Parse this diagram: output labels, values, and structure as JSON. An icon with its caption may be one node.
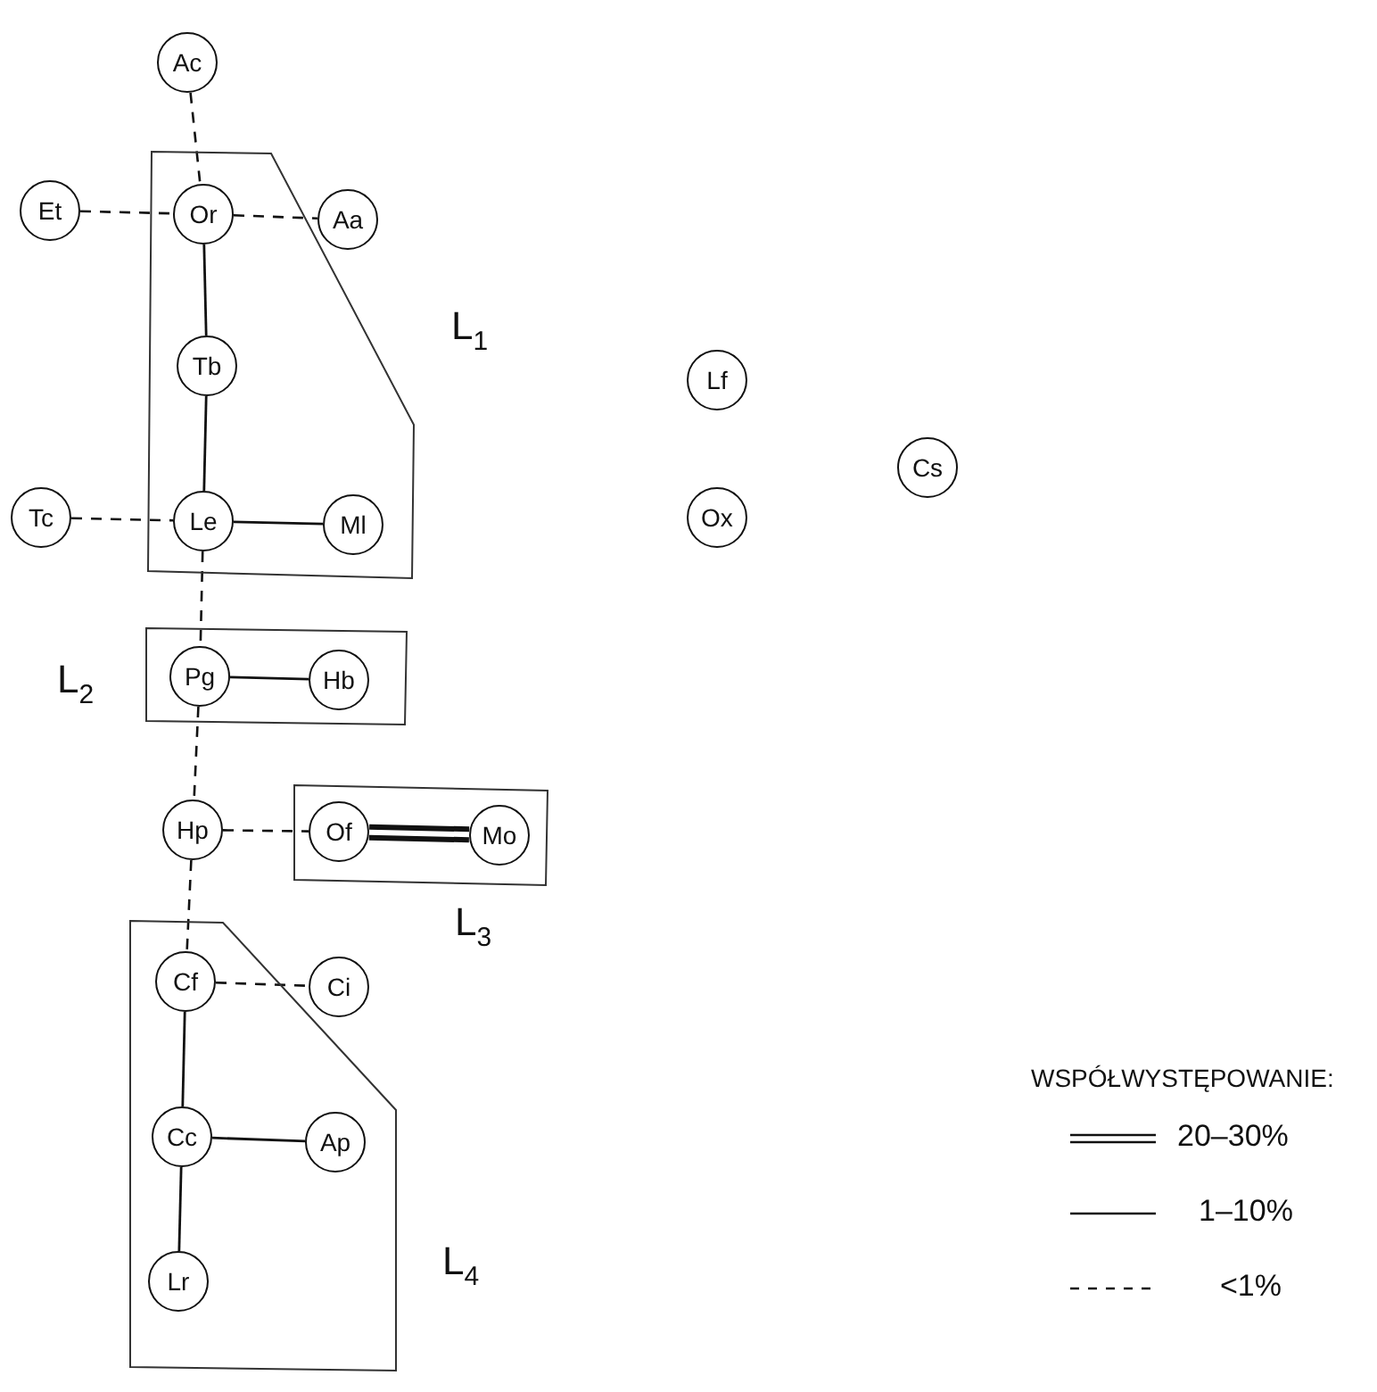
{
  "diagram": {
    "nodes": [
      {
        "text": [
          "Ac"
        ]
      },
      {
        "text": [
          "L$_{1}$"
        ]
      },
      {
        "text": [
          "Et"
        ]
      },
      {
        "text": [
          "Or"
        ],
        "in": 1
      },
      {
        "text": [
          "Aa"
        ]
      },
      {
        "text": [
          "Tb"
        ],
        "in": 1
      },
      {
        "text": [
          "Lf"
        ]
      },
      {
        "text": [
          "Cs"
        ]
      },
      {
        "text": [
          "Tc"
        ]
      },
      {
        "text": [
          "Le"
        ],
        "in": 1
      },
      {
        "text": [
          "Ml"
        ],
        "in": 1
      },
      {
        "text": [
          "Ox"
        ]
      },
      {
        "text": [
          "L$_{2}$"
        ]
      },
      {
        "text": [
          "Pg"
        ],
        "in": 12
      },
      {
        "text": [
          "Hb"
        ],
        "in": 12
      },
      {
        "text": [
          "Hp"
        ]
      },
      {
        "text": [
          "L$_{3}$"
        ]
      },
      {
        "text": [
          "Of"
        ],
        "in": 16
      },
      {
        "text": [
          "Mo"
        ],
        "in": 16
      },
      {
        "text": [
          "L$_{4}$"
        ]
      },
      {
        "text": [
          "Cf"
        ],
        "in": 19
      },
      {
        "text": [
          "Ci"
        ]
      },
      {
        "text": [
          "Cc"
        ],
        "in": 19
      },
      {
        "text": [
          "Ap"
        ],
        "in": 19
      },
      {
        "text": [
          "Lr"
        ],
        "in": 19
      }
    ],
    "edges": [
      {
        "from": 0,
        "to": 3,
        "arrow": "none",
        "style": "dashed"
      },
      {
        "from": 2,
        "to": 3,
        "arrow": "none",
        "style": "dashed"
      },
      {
        "from": 3,
        "to": 4,
        "arrow": "none",
        "style": "dashed"
      },
      {
        "from": 3,
        "to": 5,
        "arrow": "none"
      },
      {
        "from": 5,
        "to": 9,
        "arrow": "none"
      },
      {
        "from": 8,
        "to": 9,
        "arrow": "none",
        "style": "dashed"
      },
      {
        "from": 9,
        "to": 10,
        "arrow": "none"
      },
      {
        "from": 9,
        "to": 13,
        "arrow": "none",
        "style": "dashed"
      },
      {
        "from": 13,
        "to": 14,
        "arrow": "none"
      },
      {
        "from": 13,
        "to": 15,
        "arrow": "none",
        "style": "dashed"
      },
      {
        "from": 15,
        "to": 17,
        "arrow": "none",
        "style": "dashed"
      },
      {
        "from": 17,
        "to": 18,
        "arrow": "none",
        "style": "thick"
      },
      {
        "from": 15,
        "to": 20,
        "arrow": "none",
        "style": "dashed"
      },
      {
        "from": 20,
        "to": 21,
        "arrow": "none",
        "style": "dashed"
      },
      {
        "from": 20,
        "to": 22,
        "arrow": "none"
      },
      {
        "from": 22,
        "to": 23,
        "arrow": "none"
      },
      {
        "from": 22,
        "to": 24,
        "arrow": "none"
      }
    ],
    "labels": [
      "WSPÓŁWYSTĘPOWANIE:"
    ],
    "legend": [
      {
        "text": "20–30%"
      },
      {
        "text": "1–10%"
      },
      {
        "text": "<1%"
      }
    ]
  }
}
